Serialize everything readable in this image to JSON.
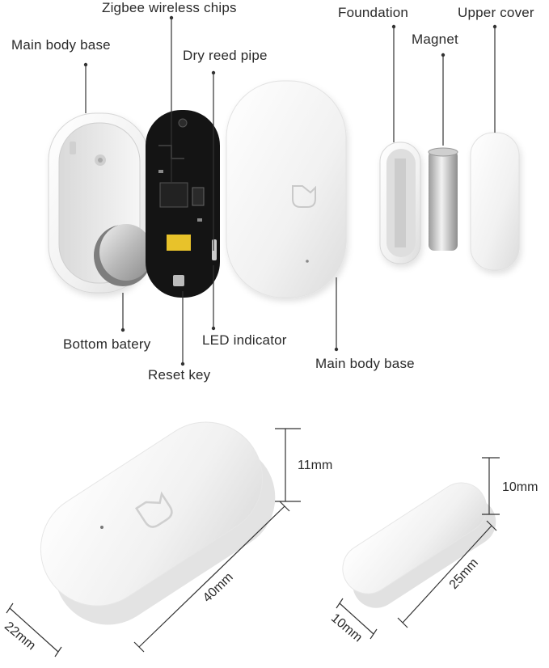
{
  "exploded_view": {
    "labels": {
      "zigbee_chips": "Zigbee wireless chips",
      "main_body_base_top": "Main body base",
      "dry_reed_pipe": "Dry reed pipe",
      "foundation": "Foundation",
      "magnet": "Magnet",
      "upper_cover": "Upper cover",
      "bottom_battery": "Bottom batery",
      "led_indicator": "LED indicator",
      "reset_key": "Reset key",
      "main_body_base_bottom": "Main body base"
    }
  },
  "dimensions": {
    "sensor_height": "11mm",
    "sensor_length": "40mm",
    "sensor_width": "22mm",
    "magnet_height": "10mm",
    "magnet_length": "25mm",
    "magnet_width": "10mm"
  },
  "colors": {
    "device_white": "#f4f4f4",
    "pcb_black": "#141414",
    "chip_gold": "#e8c22a",
    "leader_line": "#333333"
  }
}
